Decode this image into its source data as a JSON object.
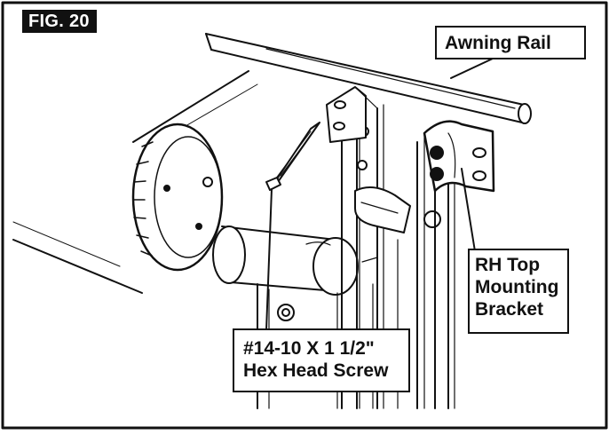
{
  "figure": {
    "tag": "FIG. 20"
  },
  "callouts": {
    "awning_rail": "Awning Rail",
    "bracket": [
      "RH Top",
      "Mounting",
      "Bracket"
    ],
    "screw": [
      "#14-10 X 1 1/2\"",
      "Hex Head Screw"
    ]
  },
  "colors": {
    "ink": "#111111",
    "paper": "#ffffff",
    "light_gray": "#e6e6e6"
  }
}
